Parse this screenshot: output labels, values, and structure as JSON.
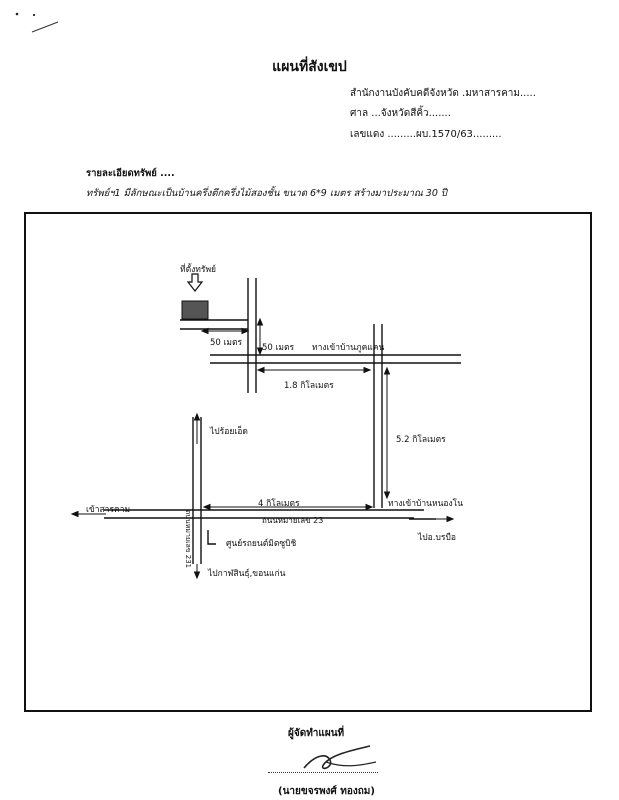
{
  "document": {
    "title": "แผนที่สังเขป",
    "header": {
      "office": "สำนักงานบังคับคดีจังหวัด .มหาสารคาม.....",
      "court": "ศาล ...จังหวัดสีคิ้ว.......",
      "case_number": "เลขแดง .........ผบ.1570/63........."
    },
    "details": {
      "heading": "รายละเอียดทรัพย์ ....",
      "item": "ทรัพย์ฯ1  มีลักษณะเป็นบ้านครึ่งตึกครึ่งไม้สองชั้น ขนาด 6*9 เมตร สร้างมาประมาณ 30 ปี"
    },
    "map": {
      "property_location": "ที่ตั้งทรัพย์",
      "dist_50m_horizontal": "50 เมตร",
      "dist_50m_vertical": "50 เมตร",
      "to_ban_phuk_khaen": "ทางเข้าบ้านภูคแคน",
      "dist_1_8km": "1.8 กิโลเมตร",
      "dist_5_2km": "5.2 กิโลเมตร",
      "to_roi_et": "ไปร้อยเอ็ด",
      "road_231": "ถนนหมายเลข 231",
      "to_sarakham": "เข้าสารคาม",
      "dist_4km": "4 กิโลเมตร",
      "road_23": "ถนนหมายเลข 23",
      "to_ban_nong_no": "ทางเข้าบ้านหนองโน",
      "mitsubishi_center": "ศูนย์รถยนต์มิตซูบิชิ",
      "to_borabue": "ไปอ.บรบือ",
      "to_kalasin_khonkaen": "ไปกาฬสินธุ์,ขอนแก่น"
    },
    "footer": {
      "mapmaker_label": "ผู้จัดทำแผนที่",
      "name": "(นายขจรพงศ์  ทองถม)"
    }
  }
}
